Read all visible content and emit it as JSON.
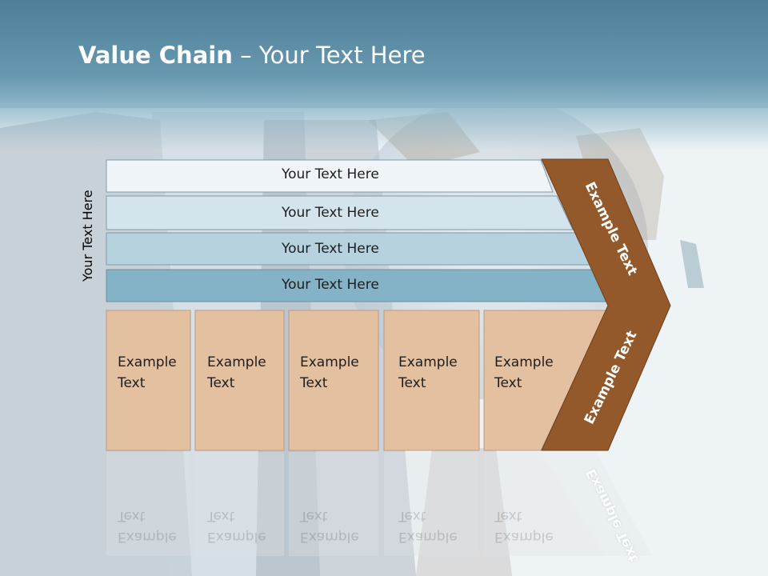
{
  "title": {
    "bold": "Value Chain",
    "rest": " – Your Text Here"
  },
  "vertical_label": "Your Text Here",
  "rows": [
    {
      "label": "Your Text Here",
      "color": "#eef4f7"
    },
    {
      "label": "Your Text Here",
      "color": "#d4e4ec"
    },
    {
      "label": "Your Text Here",
      "color": "#b6d2df"
    },
    {
      "label": "Your Text Here",
      "color": "#84b2c6"
    }
  ],
  "boxes": [
    {
      "line1": "Example",
      "line2": "Text"
    },
    {
      "line1": "Example",
      "line2": "Text"
    },
    {
      "line1": "Example",
      "line2": "Text"
    },
    {
      "line1": "Example",
      "line2": "Text"
    },
    {
      "line1": "Example",
      "line2": "Text"
    }
  ],
  "chevron": {
    "upper": "Example Text",
    "lower": "Example Text",
    "color": "#94592b"
  },
  "colors": {
    "box_fill": "#e3c0a0",
    "box_stroke": "#b89a80",
    "header": "#5e8fa8"
  }
}
